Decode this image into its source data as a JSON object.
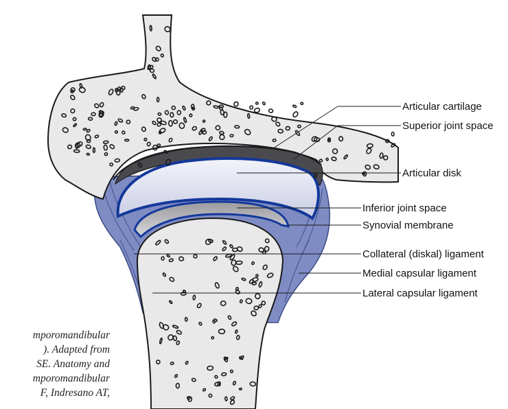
{
  "labels": {
    "articular_cartilage": "Articular cartilage",
    "superior_joint_space": "Superior joint space",
    "articular_disk": "Articular disk",
    "inferior_joint_space": "Inferior joint space",
    "synovial_membrane": "Synovial membrane",
    "collateral_ligament": "Collateral (diskal) ligament",
    "medial_capsular_ligament": "Medial capsular ligament",
    "lateral_capsular_ligament": "Lateral capsular ligament"
  },
  "caption": {
    "line1": "mporomandibular",
    "line2": "). Adapted from",
    "line3": "SE. Anatomy and",
    "line4": "mporomandibular",
    "line5": "F, Indresano AT,"
  },
  "colors": {
    "bone": "#e9e9ea",
    "outline": "#1a1a1a",
    "capsule": "#7f8cc4",
    "disk": "#d9ddee",
    "disk_border": "#14389a",
    "joint_space": "#4a4a4e"
  }
}
